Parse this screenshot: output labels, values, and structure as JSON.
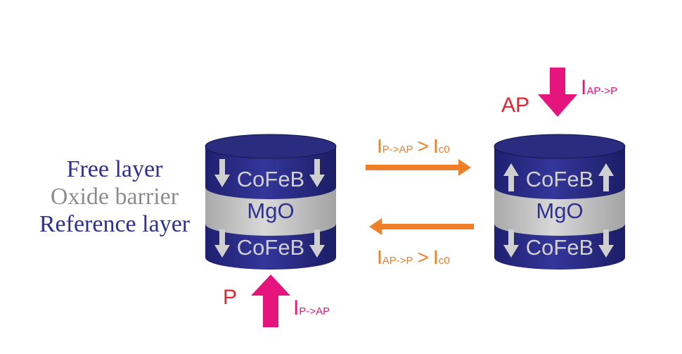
{
  "layer_labels": {
    "free": "Free layer",
    "oxide": "Oxide barrier",
    "reference": "Reference layer"
  },
  "left_stack": {
    "top_layer": "CoFeB",
    "middle_layer": "MgO",
    "bottom_layer": "CoFeB",
    "state": "P"
  },
  "right_stack": {
    "top_layer": "CoFeB",
    "middle_layer": "MgO",
    "bottom_layer": "CoFeB",
    "state": "AP"
  },
  "currents": {
    "switch_p_to_ap": {
      "main": "I",
      "sub": "P->AP",
      "rel": ">",
      "ref_main": "I",
      "ref_sub": "c0"
    },
    "switch_ap_to_p": {
      "main": "I",
      "sub": "AP->P",
      "rel": ">",
      "ref_main": "I",
      "ref_sub": "c0"
    },
    "bottom_pulse": {
      "main": "I",
      "sub": "P->AP"
    },
    "top_pulse": {
      "main": "I",
      "sub": "AP->P"
    }
  },
  "colors": {
    "stack_blue": "#2d2f86",
    "stack_dark": "#1e1f66",
    "barrier_gray": "#c9c9c9",
    "arrow_orange": "#f07f2a",
    "pulse_magenta": "#e5157d",
    "state_red": "#e8222e",
    "label_blue": "#2e3092",
    "label_gray": "#8c8c8c"
  }
}
